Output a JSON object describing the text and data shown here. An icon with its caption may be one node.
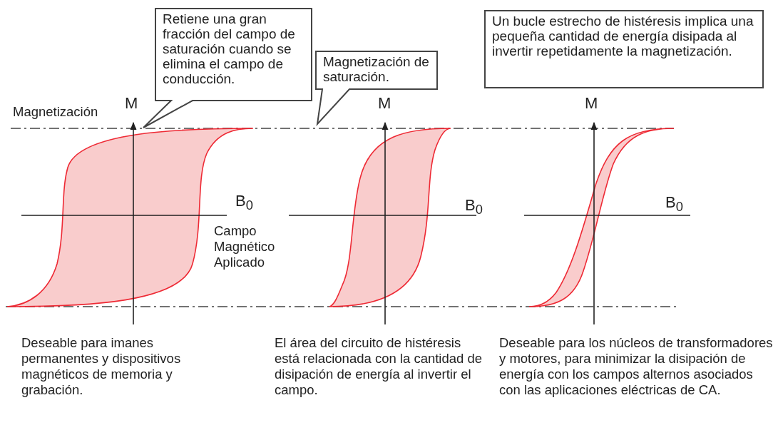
{
  "diagram": {
    "nodes": [
      {
        "text": [
          "Retiene una gran fracción del campo de saturación cuando se elimina el campo de conducción."
        ]
      },
      {
        "text": [
          "Magnetización de saturación."
        ]
      },
      {
        "text": [
          "Un bucle estrecho de histéresis implica una pequeña cantidad de energía disipada al invertir repetidamente la magnetización."
        ]
      }
    ],
    "labels": [
      "Magnetización",
      "M",
      "M",
      "M",
      "B$_{0}$",
      "B$_{0}$",
      "B$_{0}$",
      "Campo Magnético Aplicado",
      "Deseable para imanes permanentes y dispositivos magnéticos de memoria y grabación.",
      "El área del circuito de histéresis está relacionada con la cantidad de disipación de energía al invertir el campo.",
      "Deseable para los núcleos de transformadores y motores, para minimizar la disipación de energía con los campos alternos asociados con las aplicaciones eléctricas de CA."
    ]
  }
}
